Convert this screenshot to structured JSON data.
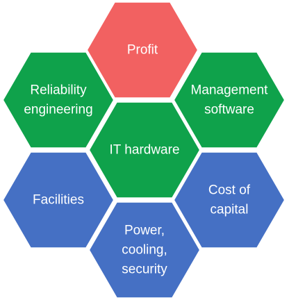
{
  "colors": {
    "red": "#F26161",
    "green": "#0FA24B",
    "blue": "#4570C4",
    "outline": "#FFFFFF",
    "text": "#FFFFFF"
  },
  "hexagons": [
    {
      "id": "profit",
      "color": "red",
      "lines": [
        "Profit"
      ]
    },
    {
      "id": "reliability-engineering",
      "color": "green",
      "lines": [
        "Reliability",
        "engineering"
      ]
    },
    {
      "id": "management-software",
      "color": "green",
      "lines": [
        "Management",
        "software"
      ]
    },
    {
      "id": "it-hardware",
      "color": "green",
      "lines": [
        "IT hardware"
      ]
    },
    {
      "id": "facilities",
      "color": "blue",
      "lines": [
        "Facilities"
      ]
    },
    {
      "id": "cost-of-capital",
      "color": "blue",
      "lines": [
        "Cost of",
        "capital"
      ]
    },
    {
      "id": "power-cooling-security",
      "color": "blue",
      "lines": [
        "Power,",
        "cooling,",
        "security"
      ]
    }
  ]
}
